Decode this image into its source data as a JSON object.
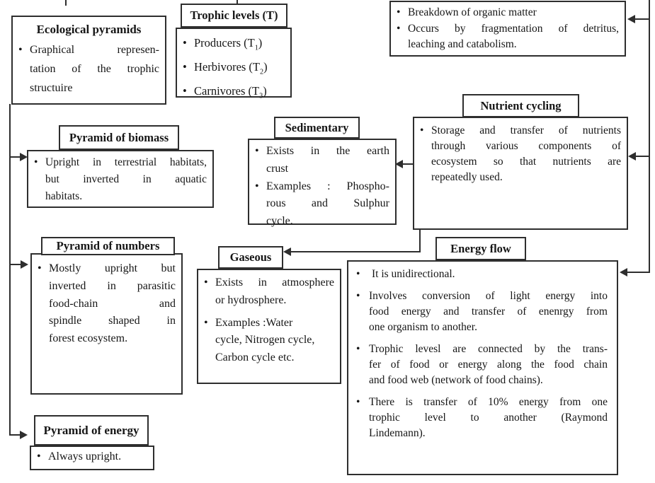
{
  "glyphs": {
    "bullet": "•"
  },
  "colors": {
    "line": "#2e2e2e",
    "text": "#161616",
    "background": "#ffffff"
  },
  "boxes": {
    "eco": {
      "title": "Ecological pyramids",
      "lines": [
        "Graphical represen-",
        "tation of the trophic",
        "structuire"
      ]
    },
    "trophic": {
      "title": "Trophic levels (T)",
      "items": [
        {
          "pre": "Producers (T",
          "sub": "1",
          "post": ")"
        },
        {
          "pre": "Herbivores (T",
          "sub": "2",
          "post": ")"
        },
        {
          "pre": "Carnivores (T",
          "sub": "3",
          "post": ")"
        }
      ]
    },
    "decomp": {
      "b1": "Breakdown of organic matter",
      "b2_lines": [
        "Occurs by fragmentation of detritus,",
        "leaching and catabolism."
      ]
    },
    "nutrient": {
      "title": "Nutrient cycling",
      "lines": [
        "Storage and transfer of nutrients",
        "through various components of",
        "ecosystem so that nutrients are",
        "repeatedly used."
      ]
    },
    "sedimentary": {
      "title": "Sedimentary",
      "b1_lines": [
        "Exists in the earth",
        "crust"
      ],
      "b2_lines": [
        "Examples : Phospho-",
        "rous and Sulphur",
        "cycle."
      ]
    },
    "biomass": {
      "title": "Pyramid of biomass",
      "lines": [
        "Upright in terrestrial habitats,",
        "but inverted in aquatic",
        "habitats."
      ]
    },
    "numbers": {
      "title": "Pyramid of numbers",
      "lines": [
        "Mostly upright but",
        "inverted in parasitic",
        "food-chain and",
        "spindle shaped in",
        "forest ecosystem."
      ]
    },
    "gaseous": {
      "title": "Gaseous",
      "b1_lines": [
        "Exists in atmosphere",
        "or hydrosphere."
      ],
      "b2_lines": [
        "Examples :Water",
        "cycle, Nitrogen cycle,",
        "Carbon cycle etc."
      ]
    },
    "energy": {
      "title": "Energy flow",
      "b1": "It is unidirectional.",
      "b2_lines": [
        "Involves conversion of light energy into",
        "food energy and transfer of enenrgy from",
        "one organism to another."
      ],
      "b3_lines": [
        "Trophic levesl are connected by the trans-",
        "fer of food or energy along the food chain",
        "and food web (network of food chains)."
      ],
      "b4_lines": [
        "There is transfer of 10% energy from one",
        "trophic level to another (Raymond",
        "Lindemann)."
      ]
    },
    "penergy": {
      "title": "Pyramid of energy",
      "b1": "Always upright."
    }
  }
}
